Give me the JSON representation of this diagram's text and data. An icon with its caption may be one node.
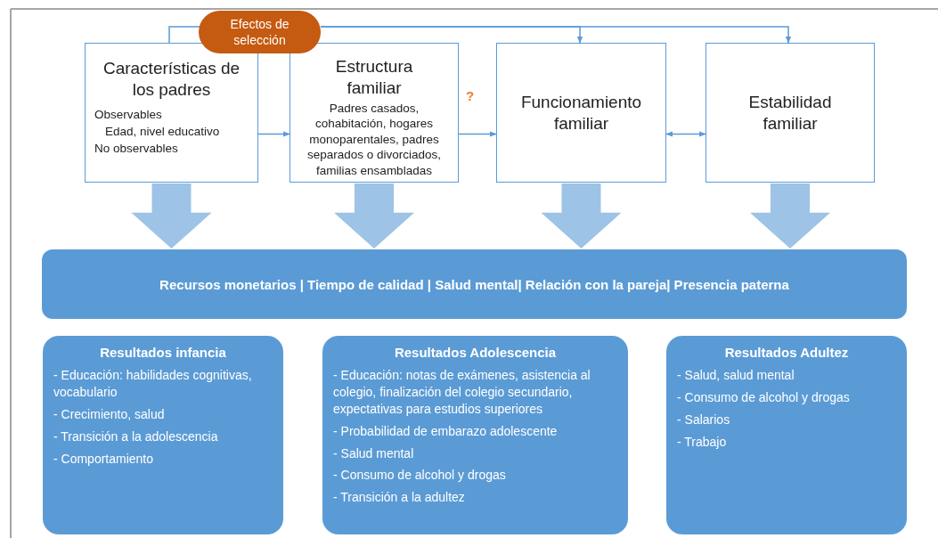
{
  "diagram": {
    "nodes": [
      {
        "text": [
          "Características de los padres",
          "Observables",
          "Edad, nivel educativo",
          "No observables"
        ]
      },
      {
        "text": [
          "Efectos de selección"
        ]
      },
      {
        "text": [
          "Estructura familiar",
          "Padres casados, cohabitación, hogares monoparentales, padres separados o divorciados, familias ensambladas"
        ]
      },
      {
        "text": [
          "Funcionamiento familiar"
        ]
      },
      {
        "text": [
          "Estabilidad familiar"
        ]
      },
      {
        "text": [
          "Recursos monetarios | Tiempo de calidad | Salud mental| Relación con la pareja| Presencia paterna"
        ]
      },
      {
        "text": [
          "Resultados infancia",
          "- Educación: habilidades cognitivas, vocabulario",
          "- Crecimiento, salud",
          "- Transición a la adolescencia",
          "- Comportamiento"
        ]
      },
      {
        "text": [
          "Resultados Adolescencia",
          "- Educación: notas de exámenes, asistencia al colegio, finalización del colegio secundario, expectativas para estudios superiores",
          "- Probabilidad de embarazo adolescente",
          "- Salud mental",
          "- Consumo de alcohol y drogas",
          "- Transición a la adultez"
        ]
      },
      {
        "text": [
          "Resultados Adultez",
          "- Salud, salud mental",
          "- Consumo de alcohol y drogas",
          "- Salarios",
          "- Trabajo"
        ]
      }
    ],
    "edges": [
      {
        "from": 0,
        "to": 2,
        "arrow": "to"
      },
      {
        "from": 2,
        "to": 3,
        "arrow": "to",
        "label": "?"
      },
      {
        "from": 3,
        "to": 4,
        "arrow": "both"
      },
      {
        "from": 1,
        "to": 3,
        "arrow": "to"
      },
      {
        "from": 1,
        "to": 4,
        "arrow": "to"
      },
      {
        "from": 0,
        "to": 5,
        "arrow": "to",
        "style": "thick",
        "color": "#9dc3e6"
      },
      {
        "from": 2,
        "to": 5,
        "arrow": "to",
        "style": "thick",
        "color": "#9dc3e6"
      },
      {
        "from": 3,
        "to": 5,
        "arrow": "to",
        "style": "thick",
        "color": "#9dc3e6"
      },
      {
        "from": 4,
        "to": 5,
        "arrow": "to",
        "style": "thick",
        "color": "#9dc3e6"
      },
      {
        "from": 0,
        "to": 1,
        "arrow": "none"
      }
    ]
  }
}
